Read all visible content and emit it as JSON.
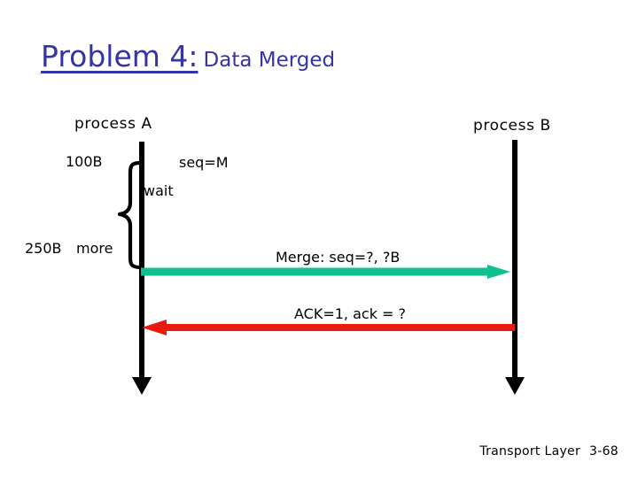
{
  "slide": {
    "title_main": "Problem 4:",
    "title_sub": "Data Merged",
    "title_color": "#3434a8",
    "background": "#ffffff"
  },
  "diagram": {
    "process_a_label": "process A",
    "process_b_label": "process B",
    "left_annotations": {
      "first_send_bytes": "100B",
      "second_send_bytes": "250B",
      "more_label": "more",
      "wait_label": "wait"
    },
    "messages": [
      {
        "name": "seq-m",
        "label": "seq=M",
        "kind": "label-only",
        "color": "#000000"
      },
      {
        "name": "merge",
        "label": "Merge: seq=?, ?B",
        "kind": "arrow",
        "direction": "a-to-b",
        "color": "#12bf91"
      },
      {
        "name": "ack",
        "label": "ACK=1, ack = ?",
        "kind": "arrow",
        "direction": "b-to-a",
        "color": "#e81b0e"
      }
    ],
    "brace": {
      "name": "grouping-brace",
      "orientation": "left-pointing",
      "color": "#000000"
    },
    "timeline_color": "#000000"
  },
  "footer": {
    "course": "Transport Layer",
    "slide_number": "3-68"
  }
}
